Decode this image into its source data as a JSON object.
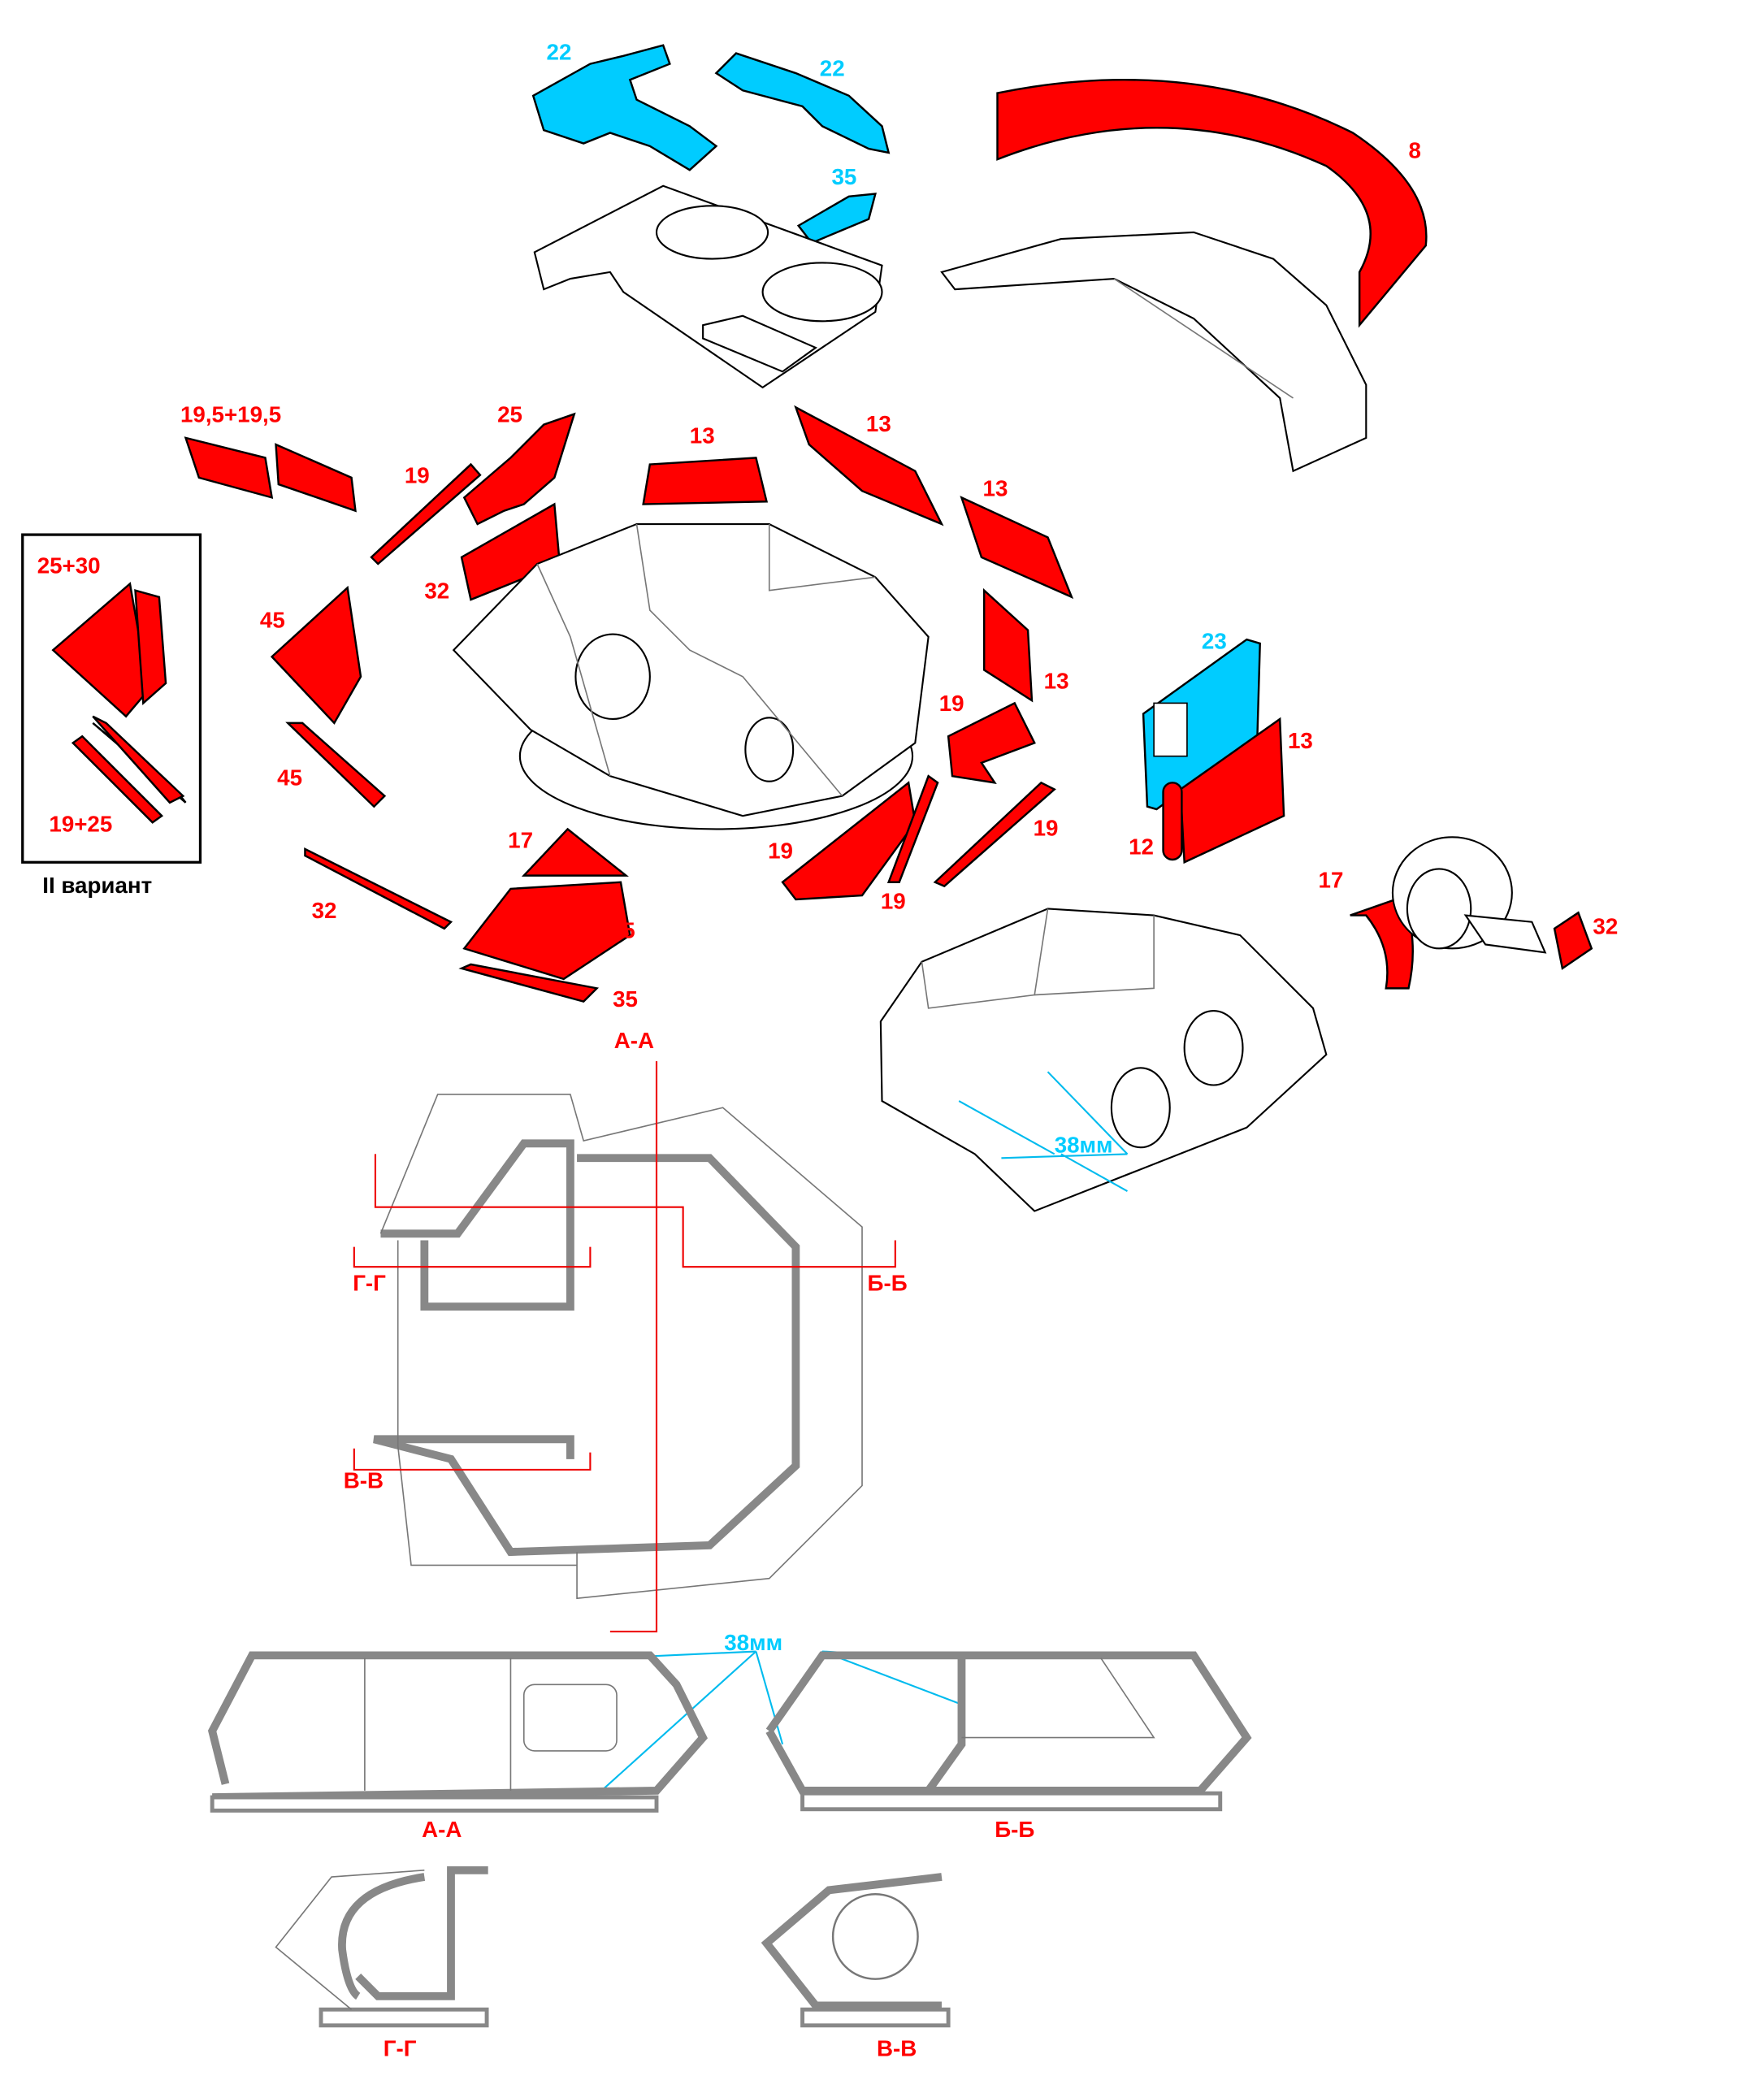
{
  "colors": {
    "armor_part": "#ff0000",
    "extra_part": "#00ccff",
    "outline": "#000000",
    "section": "#888888"
  },
  "labels": [
    {
      "text": "22",
      "color": "cyan"
    },
    {
      "text": "22",
      "color": "cyan"
    },
    {
      "text": "35",
      "color": "cyan"
    },
    {
      "text": "8",
      "color": "red"
    },
    {
      "text": "19,5+19,5",
      "color": "red"
    },
    {
      "text": "25",
      "color": "red"
    },
    {
      "text": "13",
      "color": "red"
    },
    {
      "text": "13",
      "color": "red"
    },
    {
      "text": "13",
      "color": "red"
    },
    {
      "text": "19",
      "color": "red"
    },
    {
      "text": "32",
      "color": "red"
    },
    {
      "text": "25+30",
      "color": "red"
    },
    {
      "text": "45",
      "color": "red"
    },
    {
      "text": "45",
      "color": "red"
    },
    {
      "text": "19+25",
      "color": "red"
    },
    {
      "text": "II вариант",
      "color": "blk"
    },
    {
      "text": "13",
      "color": "red"
    },
    {
      "text": "23",
      "color": "cyan"
    },
    {
      "text": "13",
      "color": "red"
    },
    {
      "text": "19",
      "color": "red"
    },
    {
      "text": "19",
      "color": "red"
    },
    {
      "text": "19",
      "color": "red"
    },
    {
      "text": "19",
      "color": "red"
    },
    {
      "text": "12",
      "color": "red"
    },
    {
      "text": "17",
      "color": "red"
    },
    {
      "text": "35",
      "color": "red"
    },
    {
      "text": "35",
      "color": "red"
    },
    {
      "text": "32",
      "color": "red"
    },
    {
      "text": "17",
      "color": "red"
    },
    {
      "text": "32",
      "color": "red"
    },
    {
      "text": "А-А",
      "color": "red"
    },
    {
      "text": "38мм",
      "color": "cyan"
    },
    {
      "text": "Г-Г",
      "color": "red"
    },
    {
      "text": "Б-Б",
      "color": "red"
    },
    {
      "text": "В-В",
      "color": "red"
    },
    {
      "text": "38мм",
      "color": "cyan"
    },
    {
      "text": "А-А",
      "color": "red"
    },
    {
      "text": "Б-Б",
      "color": "red"
    },
    {
      "text": "Г-Г",
      "color": "red"
    },
    {
      "text": "В-В",
      "color": "red"
    }
  ]
}
